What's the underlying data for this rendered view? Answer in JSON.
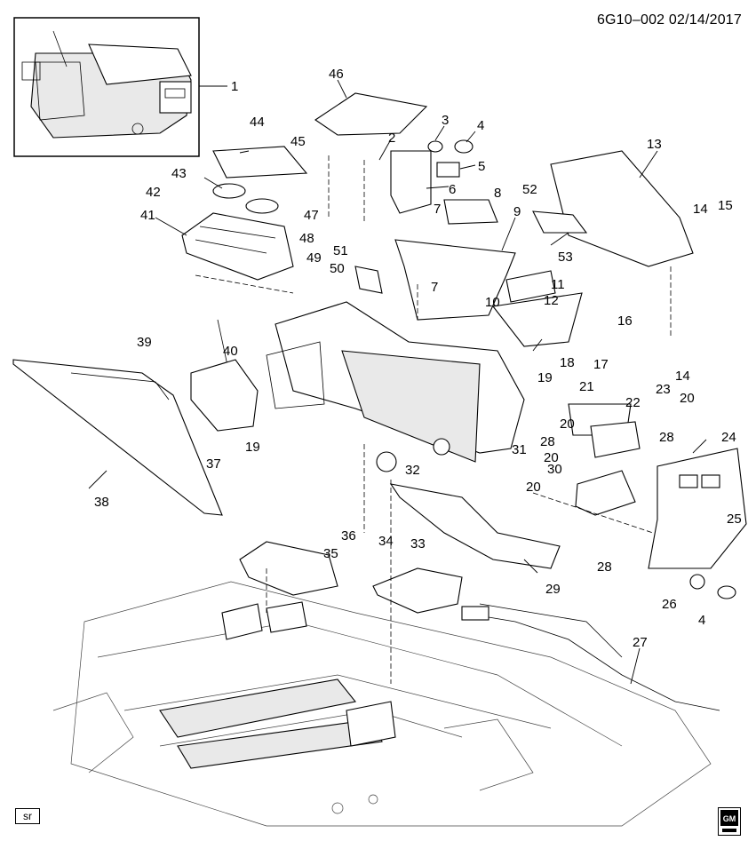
{
  "header": {
    "code": "6G10–002 02/14/2017"
  },
  "footer": {
    "sr_label": "sr",
    "logo_text": "GM"
  },
  "callouts": [
    "1",
    "2",
    "3",
    "4",
    "5",
    "6",
    "7",
    "7",
    "8",
    "9",
    "10",
    "11",
    "12",
    "13",
    "14",
    "15",
    "16",
    "17",
    "18",
    "19",
    "19",
    "20",
    "20",
    "20",
    "21",
    "22",
    "23",
    "14",
    "20",
    "24",
    "25",
    "26",
    "4",
    "27",
    "28",
    "28",
    "28",
    "29",
    "30",
    "31",
    "32",
    "33",
    "34",
    "35",
    "36",
    "37",
    "38",
    "39",
    "40",
    "41",
    "42",
    "43",
    "44",
    "45",
    "46",
    "47",
    "48",
    "49",
    "50",
    "51",
    "52",
    "53"
  ]
}
